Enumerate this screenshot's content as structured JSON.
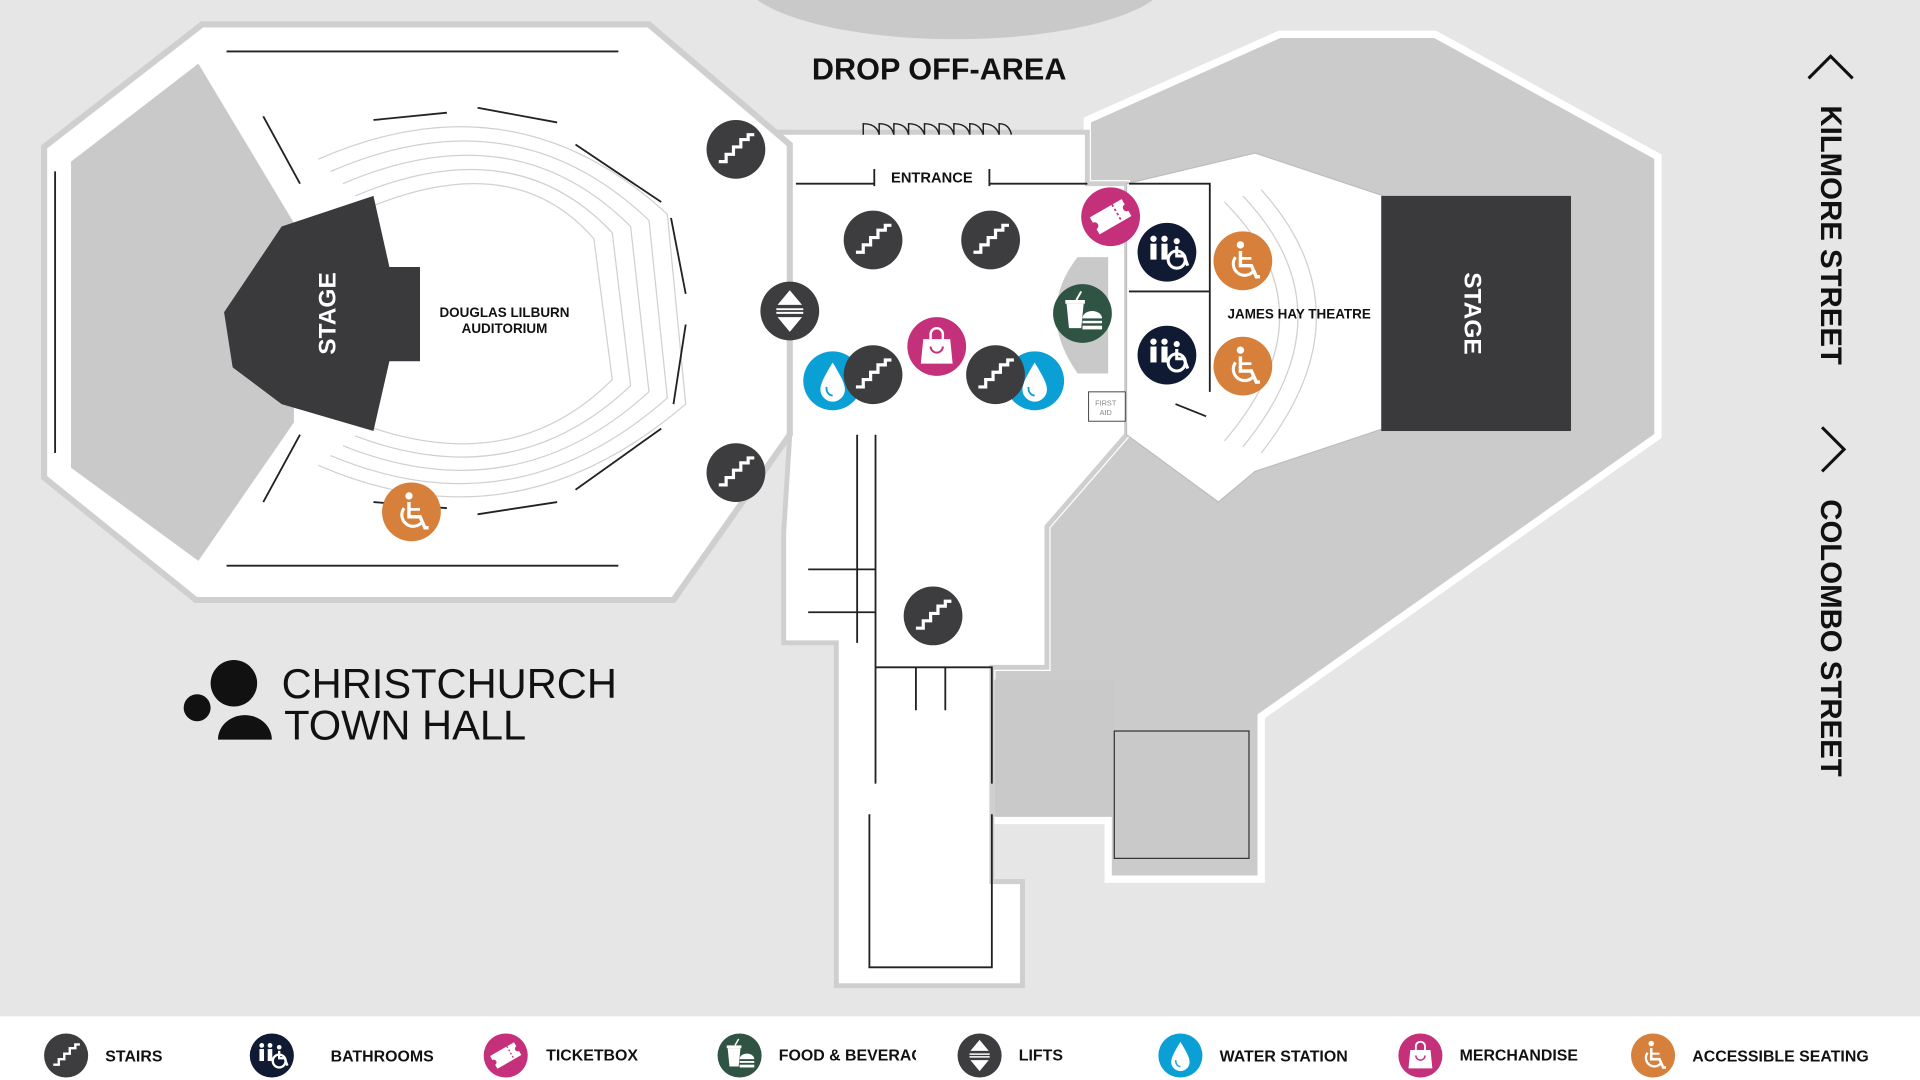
{
  "map": {
    "drop_off_label": "DROP OFF-AREA",
    "entrance_label": "ENTRANCE",
    "left_stage_label": "STAGE",
    "left_venue_label_line1": "DOUGLAS LILBURN",
    "left_venue_label_line2": "AUDITORIUM",
    "right_stage_label": "STAGE",
    "right_venue_label": "JAMES HAY THEATRE",
    "first_aid_line1": "FIRST",
    "first_aid_line2": "AID"
  },
  "logo": {
    "line1": "CHRISTCHURCH",
    "line2": "TOWN HALL"
  },
  "streets": {
    "north": "KILMORE STREET",
    "east": "COLOMBO STREET"
  },
  "colors": {
    "stairs": "#3d3d3f",
    "bathrooms": "#111a33",
    "ticketbox": "#c4307a",
    "food": "#2f5444",
    "lifts": "#3d3d3f",
    "water": "#0aa0d6",
    "merchandise": "#c4307a",
    "accessible": "#d6803b"
  },
  "legend": [
    {
      "icon": "stairs-icon",
      "label": "STAIRS"
    },
    {
      "icon": "bathroom-icon",
      "label": "BATHROOMS"
    },
    {
      "icon": "ticket-icon",
      "label": "TICKETBOX"
    },
    {
      "icon": "food-icon",
      "label": "FOOD & BEVERAGE"
    },
    {
      "icon": "lift-icon",
      "label": "LIFTS"
    },
    {
      "icon": "water-drop-icon",
      "label": "WATER STATION"
    },
    {
      "icon": "shopping-bag-icon",
      "label": "MERCHANDISE"
    },
    {
      "icon": "wheelchair-icon",
      "label": "ACCESSIBLE SEATING"
    }
  ]
}
